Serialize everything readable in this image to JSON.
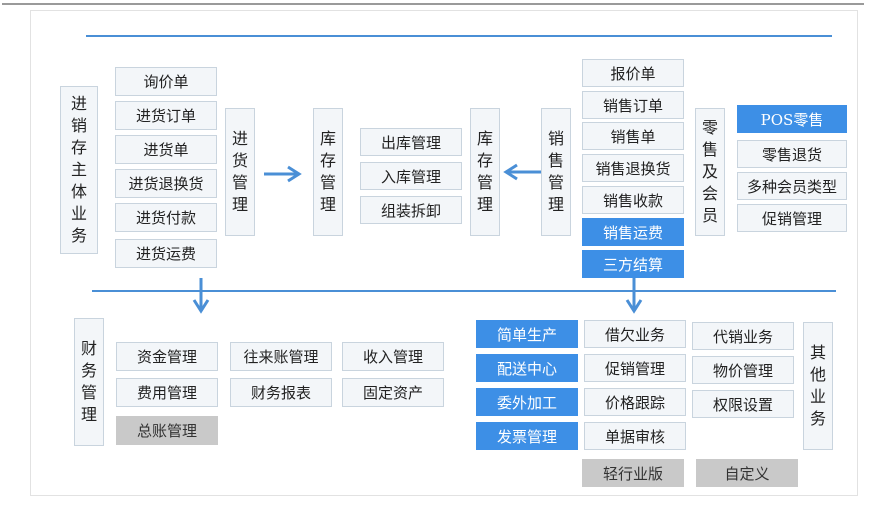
{
  "main": {
    "title": "进销存主体业务",
    "purchase_items": [
      "询价单",
      "进货订单",
      "进货单",
      "进货退换货",
      "进货付款",
      "进货运费"
    ],
    "purchase_mgmt": "进货管理",
    "inventory_left": "库存管理",
    "inventory_items": [
      "出库管理",
      "入库管理",
      "组装拆卸"
    ],
    "inventory_right": "库存管理",
    "sales_mgmt": "销售管理",
    "sales_items": [
      {
        "label": "报价单",
        "highlight": false
      },
      {
        "label": "销售订单",
        "highlight": false
      },
      {
        "label": "销售单",
        "highlight": false
      },
      {
        "label": "销售退换货",
        "highlight": false
      },
      {
        "label": "销售收款",
        "highlight": false
      },
      {
        "label": "销售运费",
        "highlight": true
      },
      {
        "label": "三方结算",
        "highlight": true
      }
    ],
    "retail_mgmt": "零售及会员",
    "retail_items": [
      {
        "label": "POS零售",
        "highlight": true
      },
      {
        "label": "零售退货",
        "highlight": false
      },
      {
        "label": "多种会员类型",
        "highlight": false
      },
      {
        "label": "促销管理",
        "highlight": false
      }
    ]
  },
  "finance": {
    "title": "财务管理",
    "row1": [
      "资金管理",
      "往来账管理",
      "收入管理"
    ],
    "row2": [
      "费用管理",
      "财务报表",
      "固定资产"
    ],
    "ledger": "总账管理"
  },
  "other": {
    "title": "其他业务",
    "col1": [
      "简单生产",
      "配送中心",
      "委外加工",
      "发票管理"
    ],
    "col2": [
      "借欠业务",
      "促销管理",
      "价格跟踪",
      "单据审核"
    ],
    "col3": [
      "代销业务",
      "物价管理",
      "权限设置"
    ],
    "light_edition": "轻行业版",
    "custom": "自定义"
  },
  "colors": {
    "accent": "#3d8fe6",
    "line": "#4a8fd6",
    "box_bg": "#f3f6f9",
    "gray": "#c9c9c9"
  }
}
